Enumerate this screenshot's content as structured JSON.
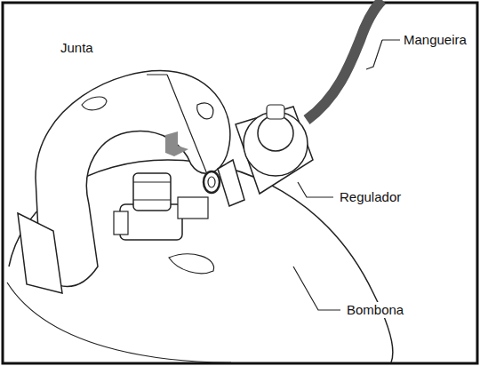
{
  "diagram": {
    "labels": [
      "Junta",
      "Mangueira",
      "Regulador",
      "Bombona"
    ]
  }
}
